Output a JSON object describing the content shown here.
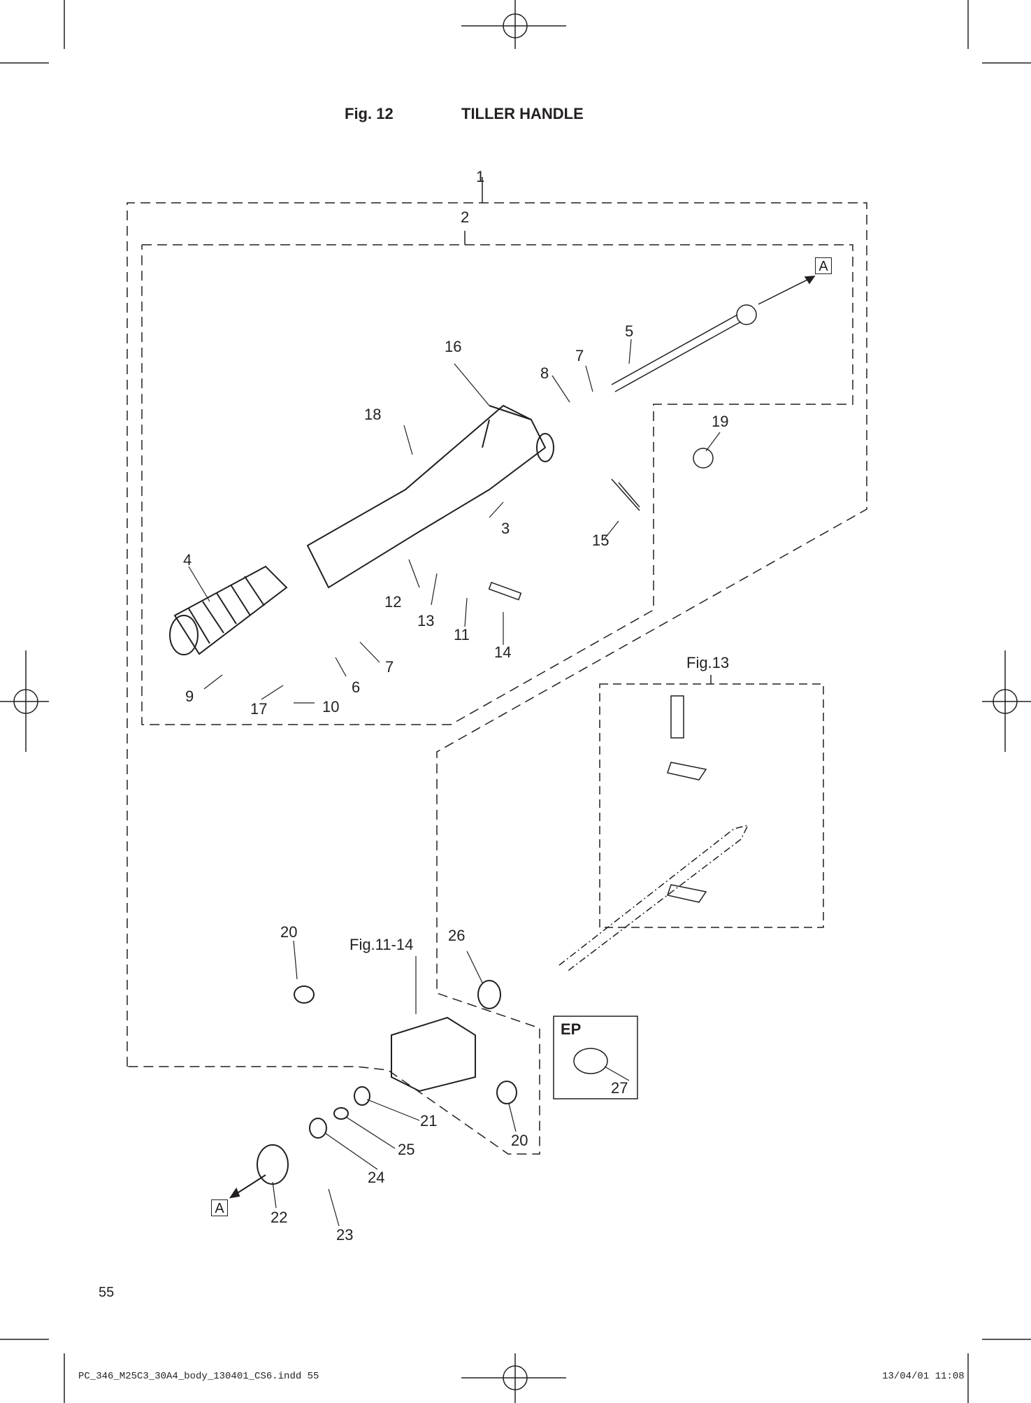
{
  "figure": {
    "number": "Fig. 12",
    "title": "TILLER HANDLE"
  },
  "callouts": [
    "1",
    "2",
    "3",
    "4",
    "5",
    "6",
    "7",
    "7",
    "8",
    "9",
    "10",
    "11",
    "12",
    "13",
    "14",
    "15",
    "16",
    "17",
    "18",
    "19",
    "20",
    "20",
    "21",
    "22",
    "23",
    "24",
    "25",
    "26",
    "27"
  ],
  "references": {
    "fig13": "Fig.13",
    "fig11_14": "Fig.11-14",
    "ep": "EP",
    "marker_a": "A"
  },
  "page_number": "55",
  "slug": {
    "file": "PC_346_M25C3_30A4_body_130401_CS6.indd   55",
    "date": "13/04/01   11:08"
  }
}
